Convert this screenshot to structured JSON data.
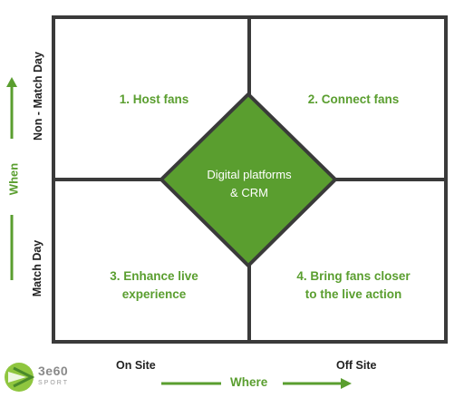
{
  "quadrants": {
    "q1": "1. Host fans",
    "q2": "2. Connect fans",
    "q3_line1": "3. Enhance live",
    "q3_line2": "experience",
    "q4_line1": "4. Bring fans closer",
    "q4_line2": "to the live action"
  },
  "center": {
    "line1": "Digital platforms",
    "line2": "& CRM"
  },
  "axes": {
    "vertical_title": "When",
    "top_label": "Non - Match Day",
    "bottom_label": "Match Day",
    "horizontal_title": "Where",
    "left_label": "On Site",
    "right_label": "Off Site"
  },
  "logo": {
    "name": "3e60",
    "sub": "SPORT"
  },
  "colors": {
    "accent": "#5a9e2f",
    "diamond_fill": "#5a9e2f",
    "grid": "#3a3a3a"
  }
}
